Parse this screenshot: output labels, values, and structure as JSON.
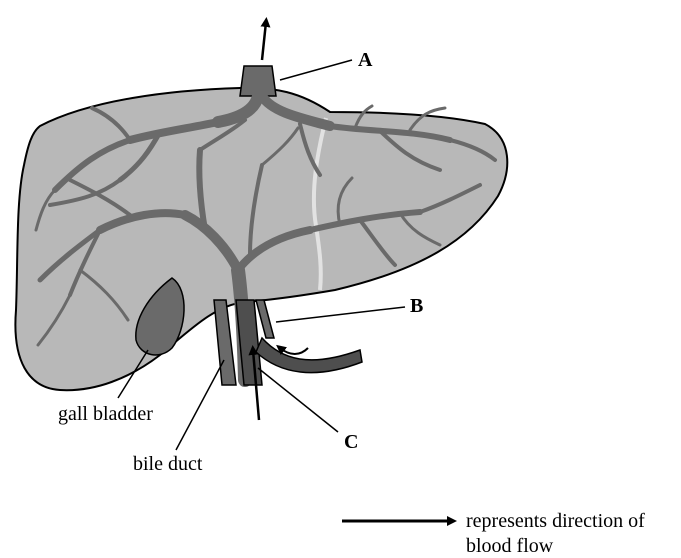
{
  "labels": {
    "a": "A",
    "b": "B",
    "c": "C",
    "gall_bladder": "gall bladder",
    "bile_duct": "bile duct"
  },
  "legend": {
    "line1": "represents direction of",
    "line2": "blood flow"
  },
  "colors": {
    "liver_fill": "#b8b8b8",
    "vessel": "#6a6a6a",
    "outline": "#000000",
    "ligament": "#e2e2e2"
  }
}
